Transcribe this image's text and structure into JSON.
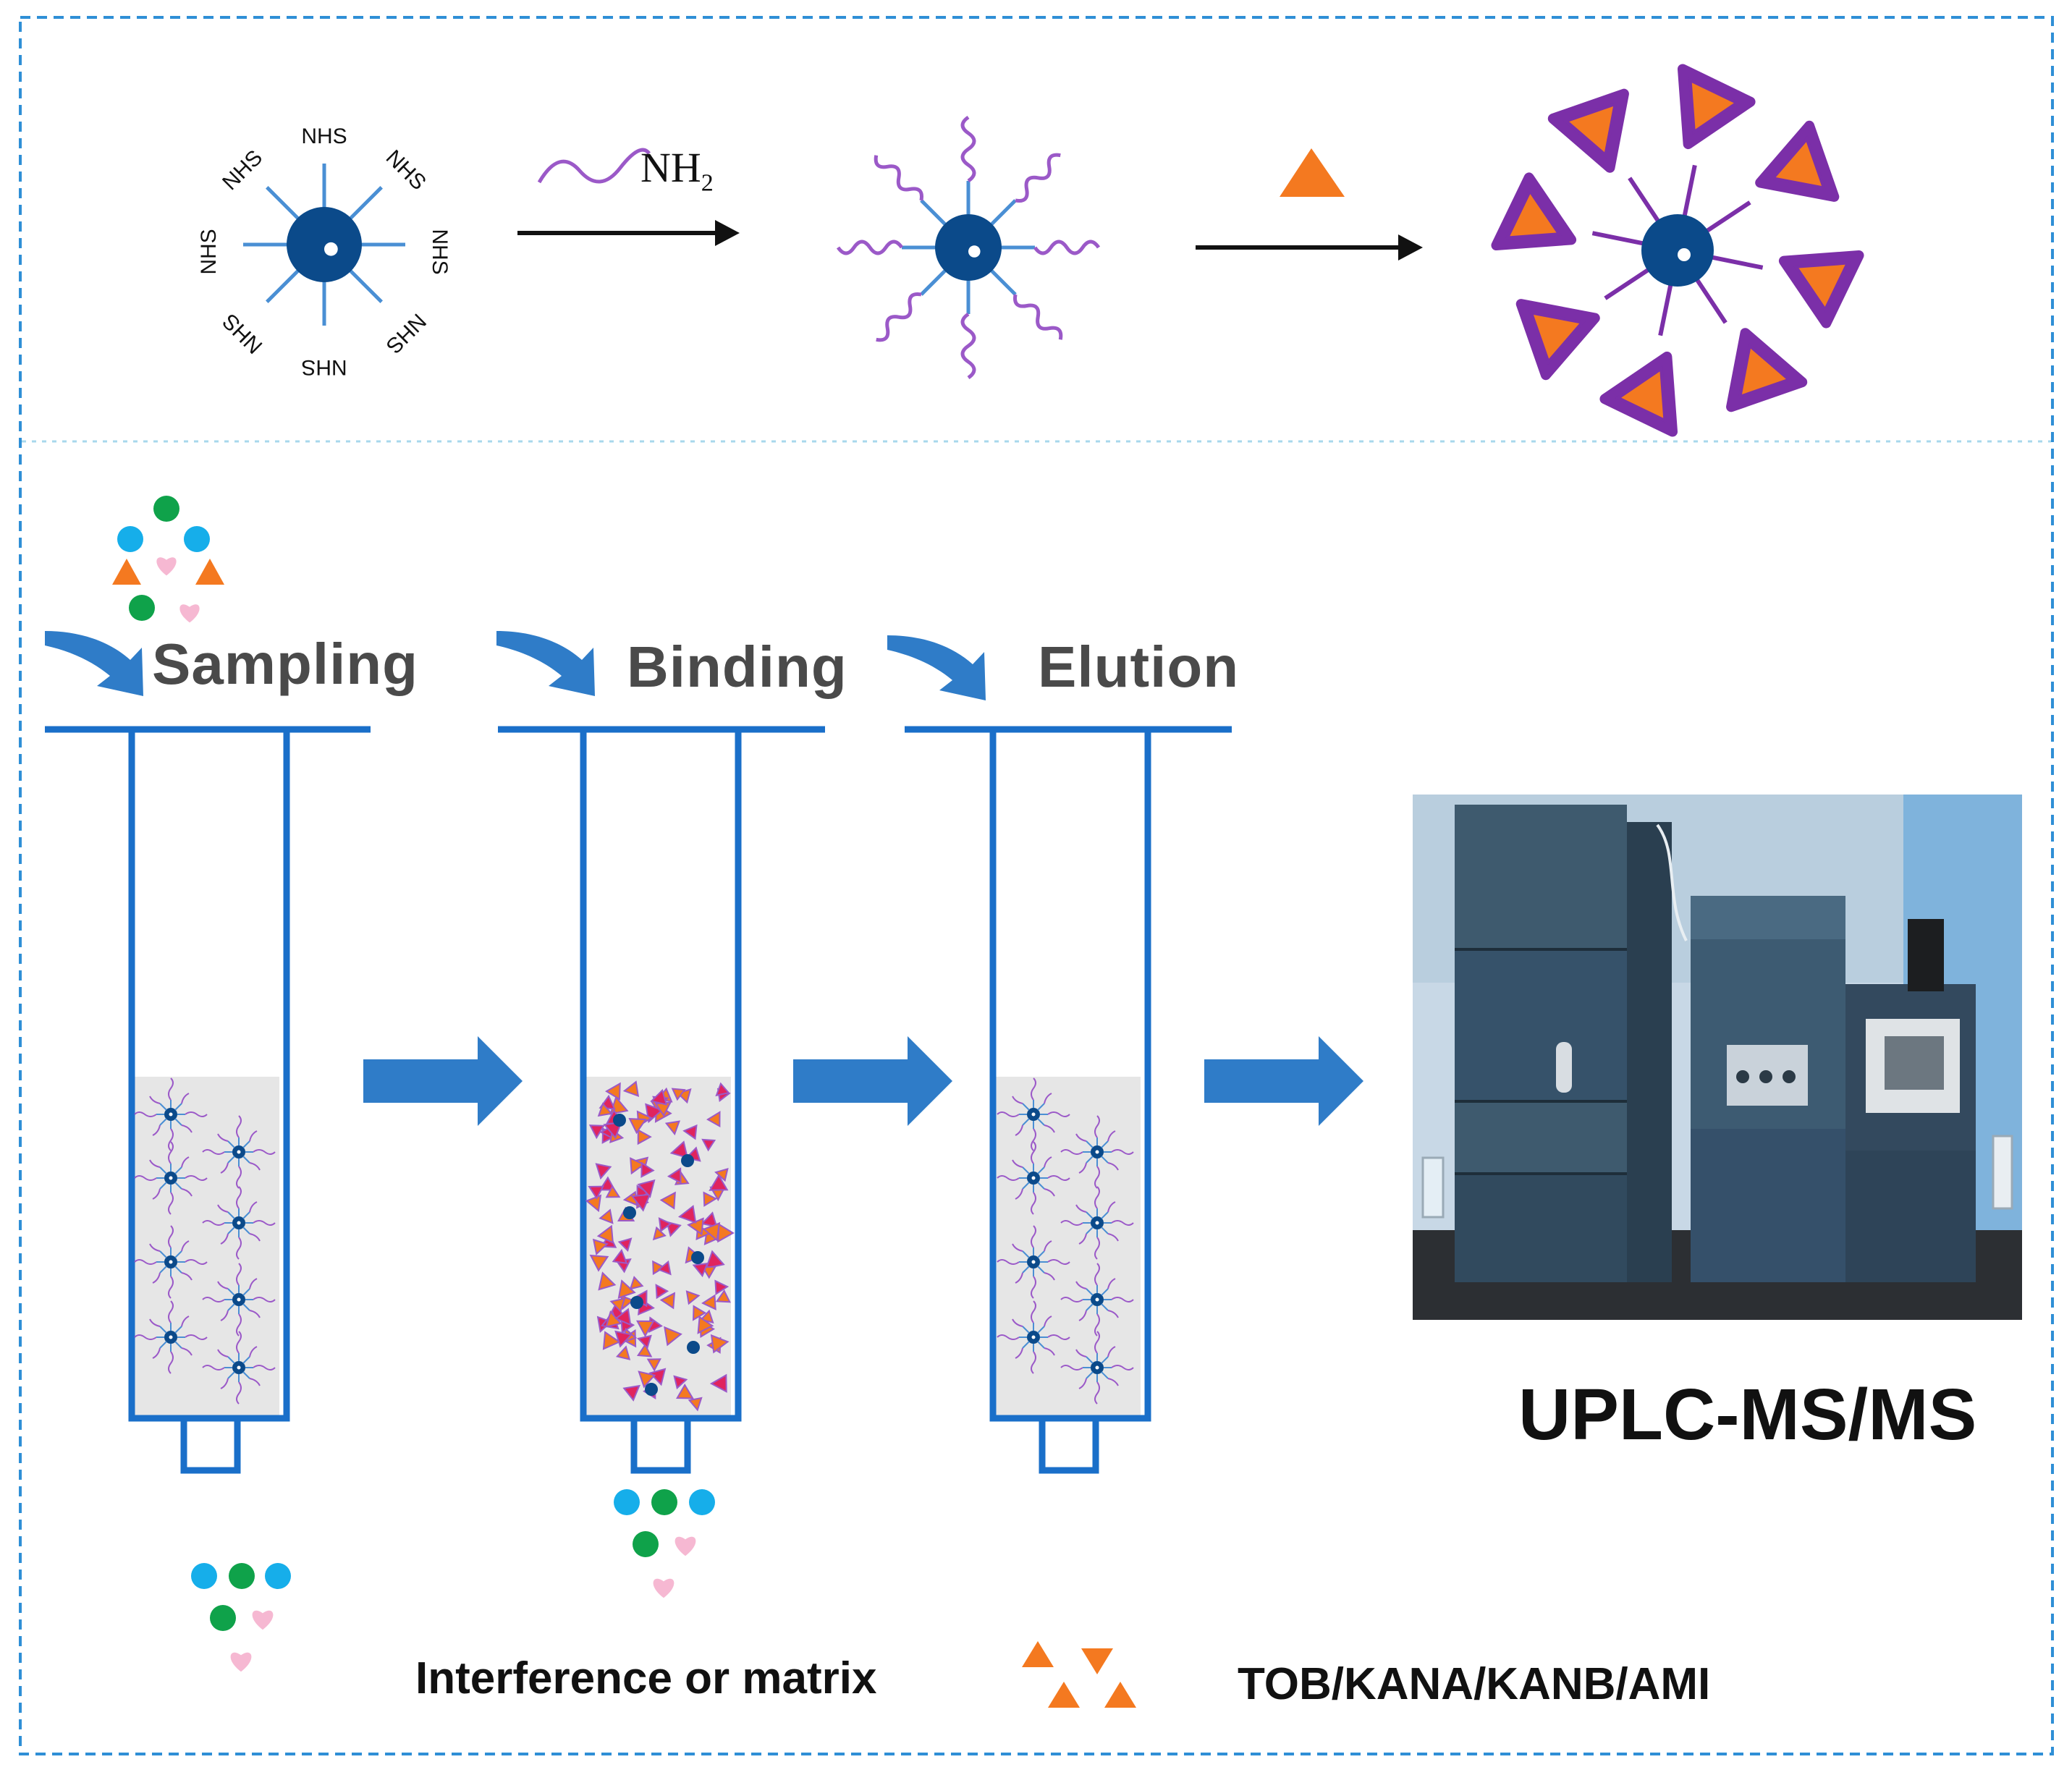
{
  "colors": {
    "nanoparticle": "#0b4a8a",
    "spoke": "#4a8fd4",
    "ligand": "#9b59c8",
    "ligand_dark": "#7b2fa8",
    "antibiotic": "#f47920",
    "column": "#1a6fc9",
    "arrow": "#2f7cc8",
    "interferent_blue": "#16aeea",
    "interferent_green": "#0fa24a",
    "interferent_pink": "#f6b8d2",
    "border": "#2f8fd6"
  },
  "synthesis": {
    "reagent": "NH",
    "reagent_subscript": "2",
    "nhs_label": "NHS"
  },
  "steps": [
    {
      "label": "Sampling"
    },
    {
      "label": "Binding"
    },
    {
      "label": "Elution"
    }
  ],
  "instrument": {
    "label": "UPLC-MS/MS"
  },
  "legend": {
    "interference_label": "Interference or matrix",
    "analyte_label": "TOB/KANA/KANB/AMI"
  }
}
